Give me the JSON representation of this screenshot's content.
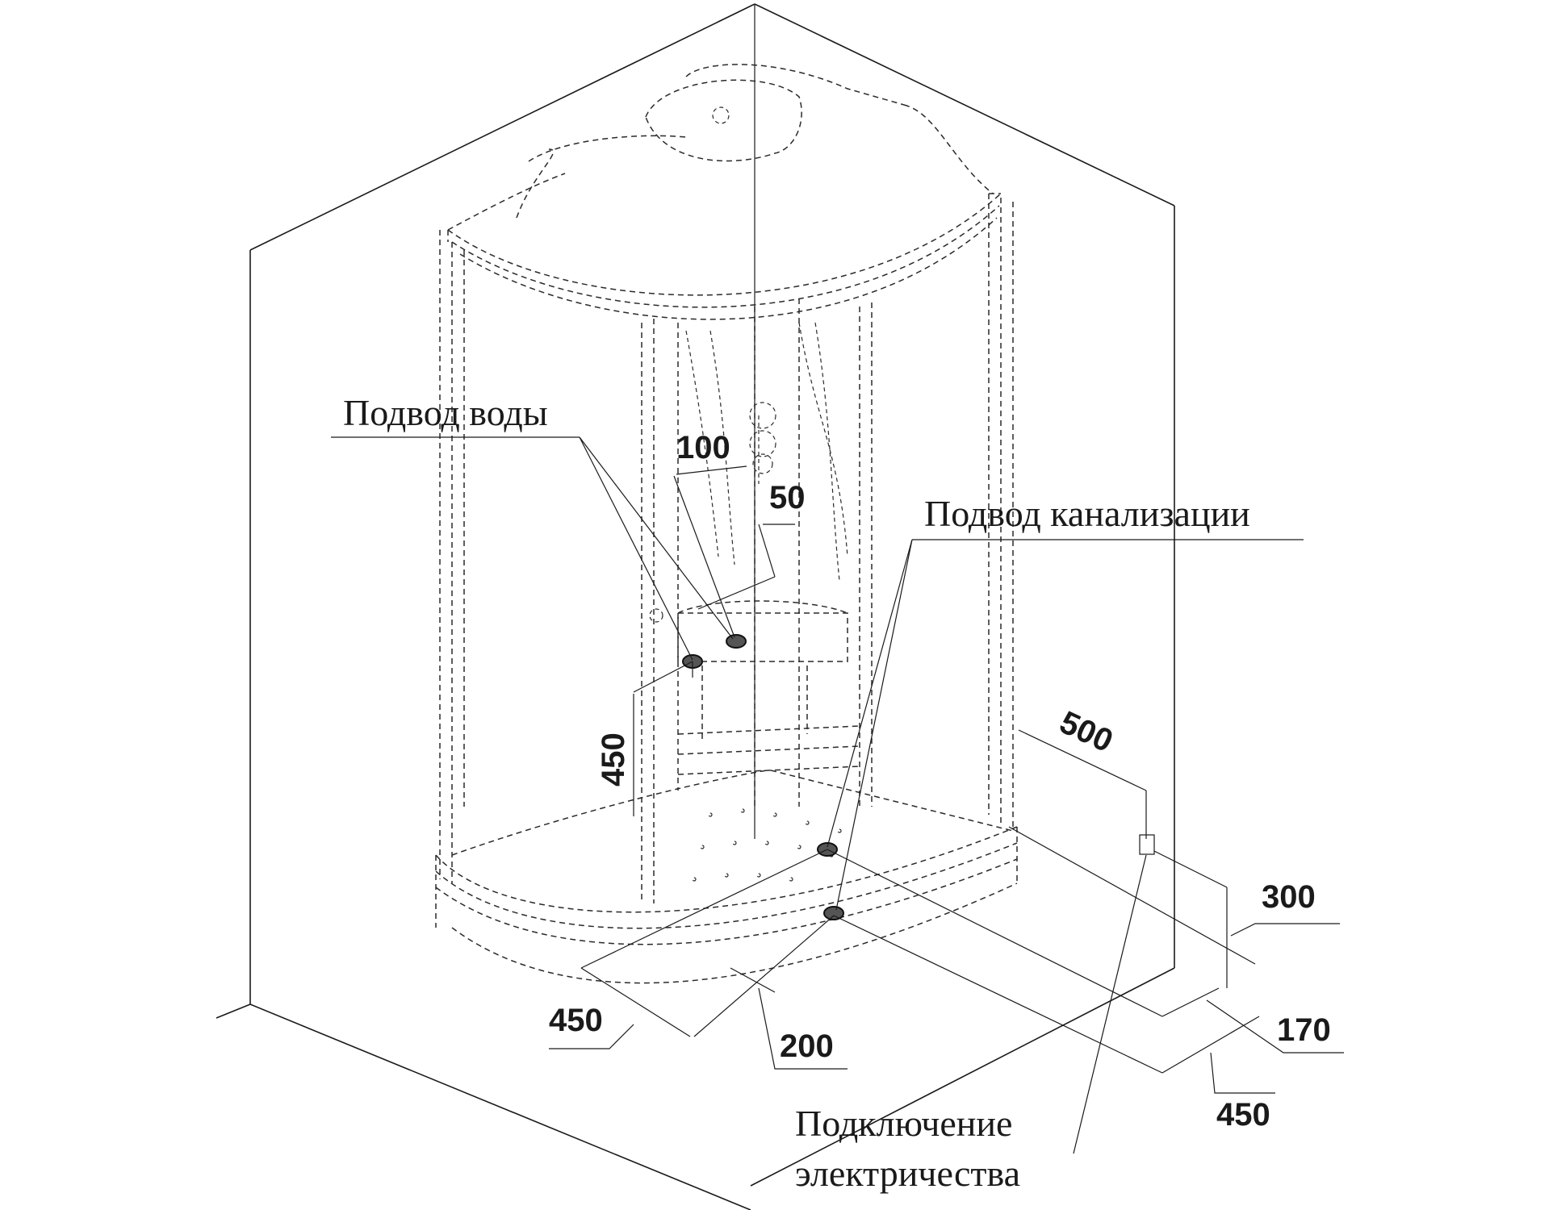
{
  "labels": {
    "water_supply": "Подвод воды",
    "sewer_connection": "Подвод канализации",
    "electric_line1": "Подключение",
    "electric_line2": "электричества"
  },
  "dimensions": {
    "water_spacing": "100",
    "water_offset": "50",
    "water_height": "450",
    "wall_right": "500",
    "socket_height": "300",
    "floor_left": "450",
    "drain_spacing": "200",
    "right_offset": "170",
    "right_depth": "450"
  },
  "colors": {
    "ink": "#1a1a1a",
    "port_fill": "#555555"
  }
}
